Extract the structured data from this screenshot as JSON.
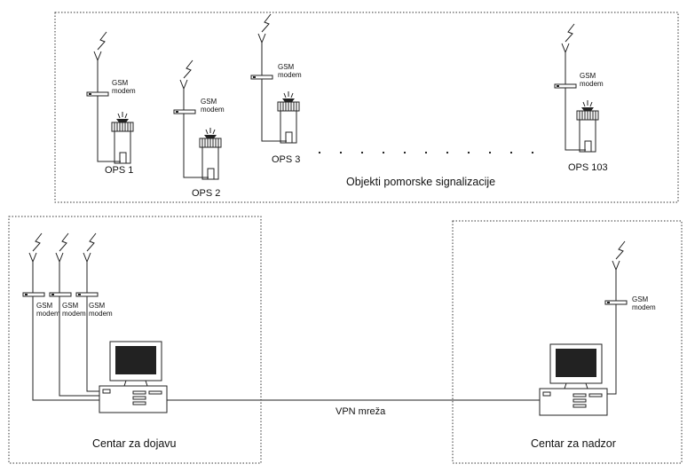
{
  "sites": [
    {
      "label": "OPS 1",
      "modem_label": "GSM\nmodem"
    },
    {
      "label": "OPS 2",
      "modem_label": "GSM\nmodem"
    },
    {
      "label": "OPS 3",
      "modem_label": "GSM\nmodem"
    },
    {
      "label": "OPS 103",
      "modem_label": "GSM\nmodem"
    }
  ],
  "region_label": "Objekti pomorske signalizacije",
  "centers": {
    "dojava": {
      "label": "Centar za dojavu",
      "modem_labels": [
        "GSM\nmodem",
        "GSM\nmodem",
        "GSM\nmodem"
      ]
    },
    "nadzor": {
      "label": "Centar za nadzor",
      "modem_label": "GSM\nmodem"
    }
  },
  "link_label": "VPN mreža"
}
